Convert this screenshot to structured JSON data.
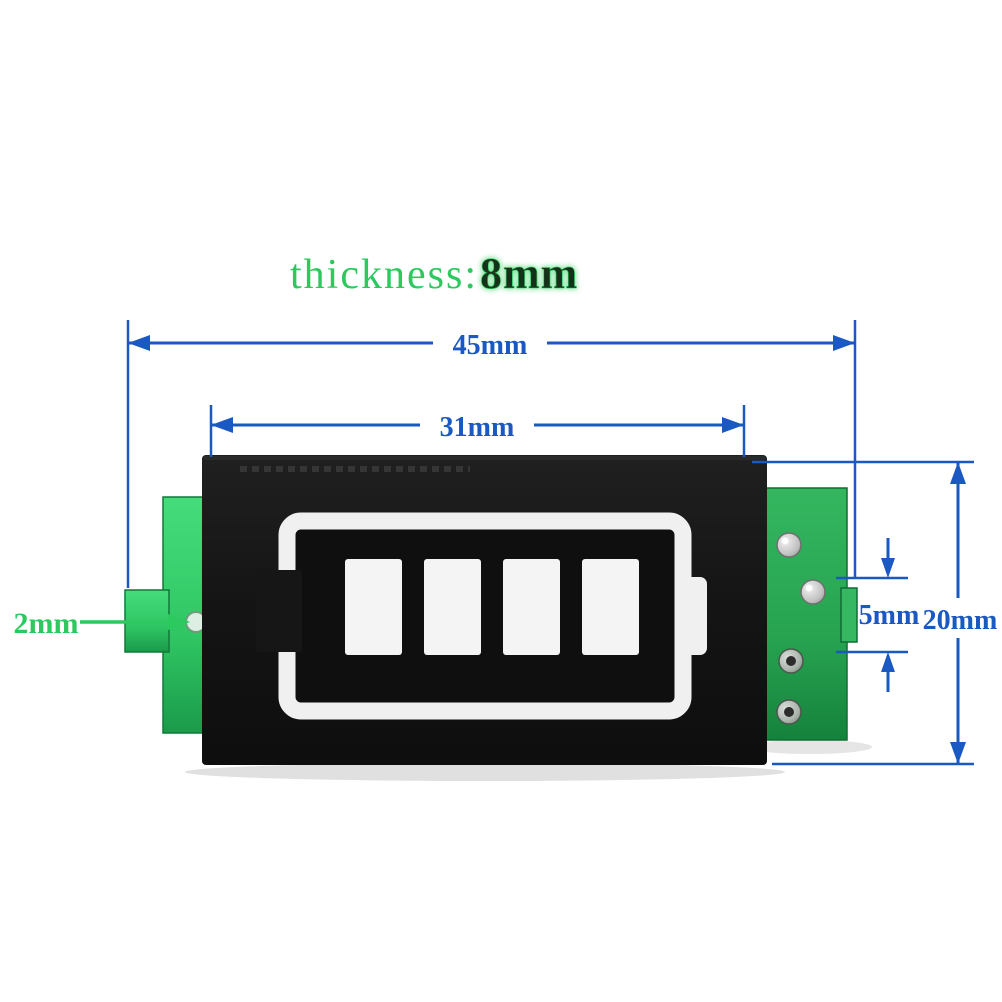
{
  "title": {
    "prefix": "thickness:",
    "value": "8mm"
  },
  "dimensions": {
    "width_total": "45mm",
    "width_display": "31mm",
    "height_total": "20mm",
    "pin_spacing": "5mm",
    "hole_diameter": "2mm"
  },
  "module": {
    "bar_count": 4,
    "type": "battery-level-indicator"
  },
  "colors": {
    "dimension_blue": "#1a58c2",
    "annotation_green": "#2cc95e",
    "title_green": "#2cc95e",
    "pcb_green_left": "#36d46f",
    "pcb_green_right": "#2aa957",
    "faceplate_black": "#161616",
    "battery_white": "#f2f2f2"
  }
}
